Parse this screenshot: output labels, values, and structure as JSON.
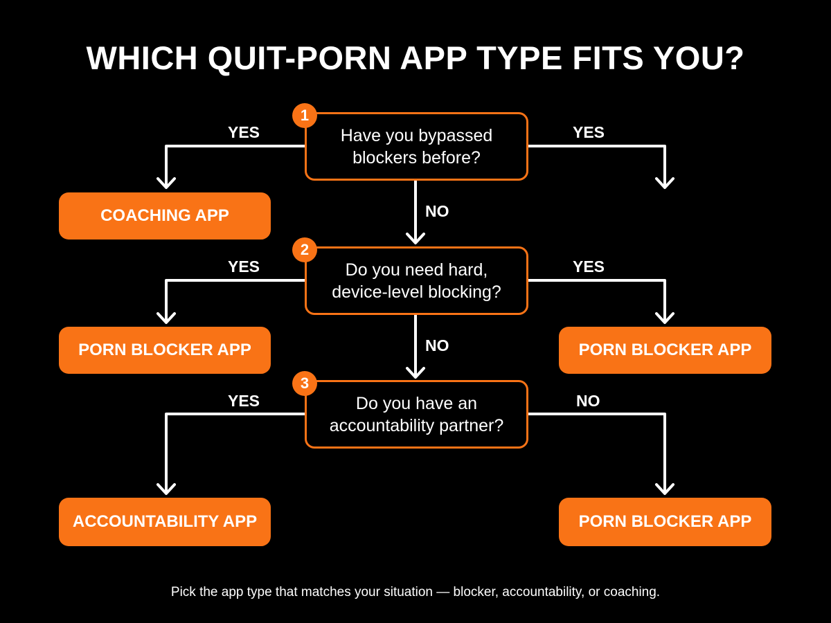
{
  "title": "WHICH QUIT-PORN APP TYPE FITS YOU?",
  "questions": [
    {
      "number": "1",
      "text": "Have you bypassed\nblockers before?"
    },
    {
      "number": "2",
      "text": "Do you need hard,\ndevice-level blocking?"
    },
    {
      "number": "3",
      "text": "Do you have an\naccountability partner?"
    }
  ],
  "outcomes": {
    "coaching": "COACHING APP",
    "blocker_left": "PORN BLOCKER APP",
    "blocker_right": "PORN BLOCKER APP",
    "accountability": "ACCOUNTABILITY APP",
    "blocker_bottom_right": "PORN BLOCKER APP"
  },
  "edge_labels": {
    "q1_left": "YES",
    "q1_right": "YES",
    "q1_down": "NO",
    "q2_left": "YES",
    "q2_right": "YES",
    "q2_down": "NO",
    "q3_left": "YES",
    "q3_right": "NO"
  },
  "footer": "Pick the app type that matches your situation — blocker, accountability, or coaching.",
  "colors": {
    "accent": "#f97316",
    "background": "#000000",
    "text": "#ffffff"
  }
}
